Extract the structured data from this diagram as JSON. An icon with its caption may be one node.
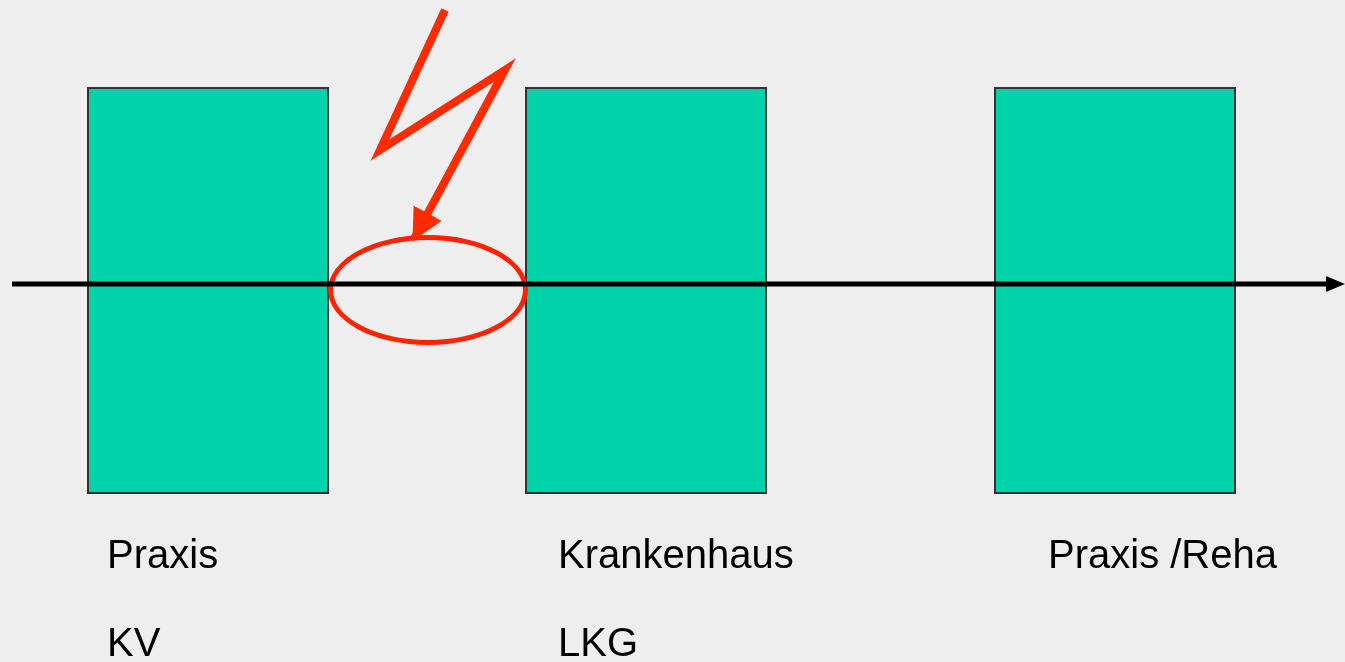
{
  "diagram": {
    "nodes": [
      {
        "text": [],
        "shape": "box",
        "beside": [
          "Praxis",
          "KV"
        ]
      },
      {
        "text": [],
        "shape": "box",
        "beside": [
          "Krankenhaus",
          "LKG"
        ]
      },
      {
        "text": [],
        "shape": "box",
        "beside": [
          "Praxis /Reha"
        ]
      },
      {
        "text": [],
        "shape": "circle"
      }
    ],
    "edges": [
      {
        "from": null,
        "to": 3,
        "arrow": "to"
      }
    ]
  }
}
